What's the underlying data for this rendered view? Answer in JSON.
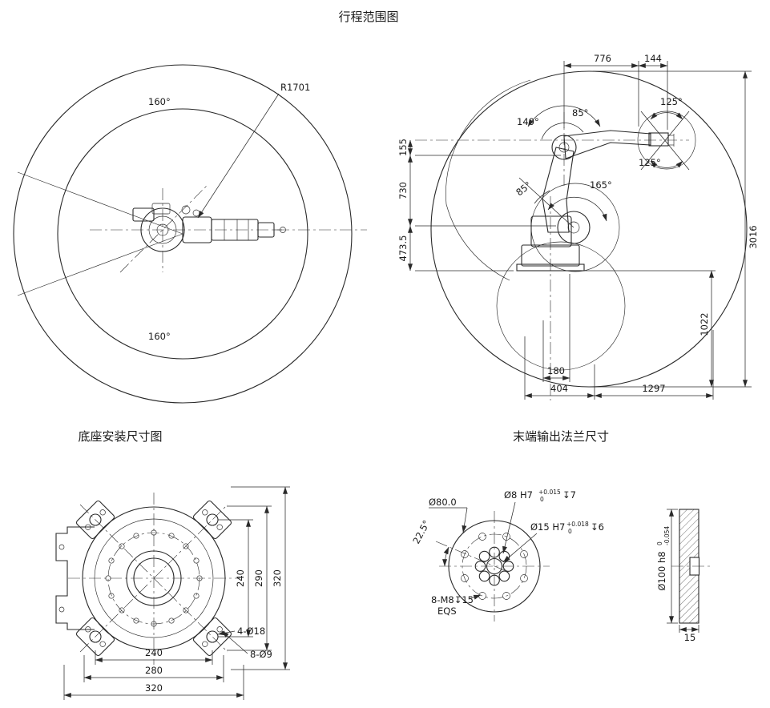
{
  "titles": {
    "range": "行程范围图",
    "base": "底座安装尺寸图",
    "flange": "末端输出法兰尺寸"
  },
  "top_view": {
    "angle_top": "160°",
    "angle_bottom": "160°",
    "radius": "R1701"
  },
  "side_view": {
    "d776": "776",
    "d144": "144",
    "d155": "155",
    "d730": "730",
    "d473_5": "473.5",
    "d3016": "3016",
    "d1022": "1022",
    "d180": "180",
    "d404": "404",
    "d1297": "1297",
    "a140": "140°",
    "a85_top": "85°",
    "a125_top": "125°",
    "a125_bottom": "125°",
    "a85_left": "85°",
    "a165": "165°"
  },
  "base_view": {
    "v240": "240",
    "v290": "290",
    "v320": "320",
    "h240": "240",
    "h280": "280",
    "h320": "320",
    "holes_big": "4-Ø18",
    "holes_small": "8-Ø9"
  },
  "flange_view": {
    "d80": "Ø80.0",
    "d8": "Ø8 H7",
    "d8_tol_up": "+0.015",
    "d8_tol_dn": "0",
    "d8_depth": "↧7",
    "d15": "Ø15 H7",
    "d15_tol_up": "+0.018",
    "d15_tol_dn": "0",
    "d15_depth": "↧6",
    "a22_5": "22.5°",
    "tap": "8-M8↧15",
    "eqs": "EQS",
    "d100": "Ø100 h8",
    "d100_tol_up": "0",
    "d100_tol_dn": "-0.054",
    "t15": "15"
  }
}
